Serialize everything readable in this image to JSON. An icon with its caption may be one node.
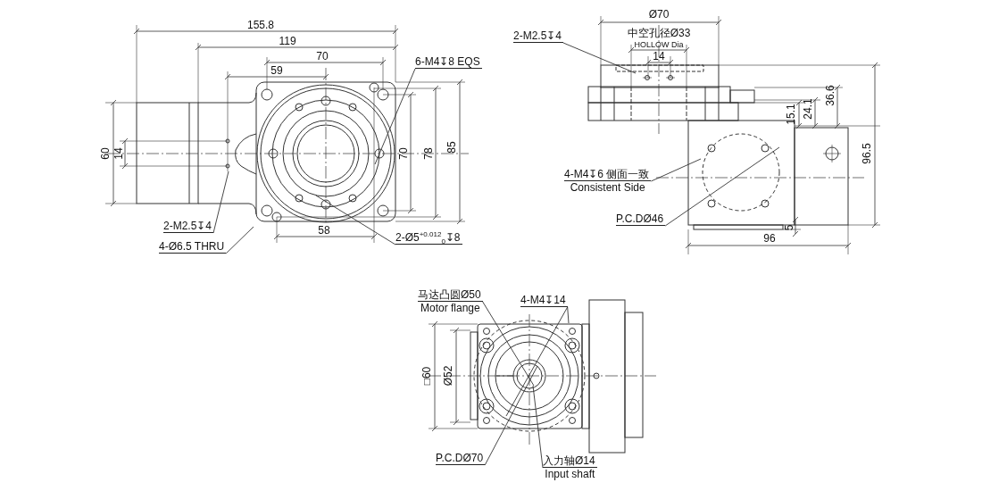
{
  "diagram": {
    "nodes": [
      {
        "text": [
          "6-M4↧8 EQS"
        ]
      },
      {
        "text": [
          "2-M2.5↧4"
        ]
      },
      {
        "text": [
          "4-Ø6.5 THRU"
        ]
      },
      {
        "text": [
          "2-Ø5$^{+0.012}$$_{0}$↧8"
        ]
      },
      {
        "text": [
          "2-M2.5↧4"
        ]
      },
      {
        "text": [
          "4-M4↧6 侧面一致",
          "Consistent Side"
        ]
      },
      {
        "text": [
          "P.C.DØ46"
        ]
      },
      {
        "text": [
          "马达凸圆Ø50",
          "Motor flange"
        ]
      },
      {
        "text": [
          "4-M4↧14"
        ]
      },
      {
        "text": [
          "P.C.DØ70"
        ]
      },
      {
        "text": [
          "入力轴Ø14",
          "Input shaft"
        ]
      }
    ],
    "edges": [
      {
        "from": 0,
        "to": null,
        "arrow": "none"
      },
      {
        "from": 1,
        "to": null,
        "arrow": "none"
      },
      {
        "from": 2,
        "to": null,
        "arrow": "none"
      },
      {
        "from": 3,
        "to": null,
        "arrow": "none"
      },
      {
        "from": 4,
        "to": null,
        "arrow": "none"
      },
      {
        "from": 5,
        "to": null,
        "arrow": "none"
      },
      {
        "from": 6,
        "to": null,
        "arrow": "none"
      },
      {
        "from": 7,
        "to": null,
        "arrow": "none"
      },
      {
        "from": 8,
        "to": null,
        "arrow": "none"
      },
      {
        "from": 8,
        "to": null,
        "arrow": "none"
      },
      {
        "from": 9,
        "to": null,
        "arrow": "none"
      },
      {
        "from": 10,
        "to": null,
        "arrow": "none"
      }
    ],
    "labels": [
      "155.8",
      "119",
      "70",
      "59",
      "Ø70",
      "中空孔径Ø33",
      "HOLLOW Dia",
      "14",
      "60",
      "14",
      "70",
      "78",
      "85",
      "15.1",
      "24.1",
      "36.6",
      "96.5",
      "58",
      "5",
      "96",
      "□60",
      "Ø52"
    ]
  }
}
